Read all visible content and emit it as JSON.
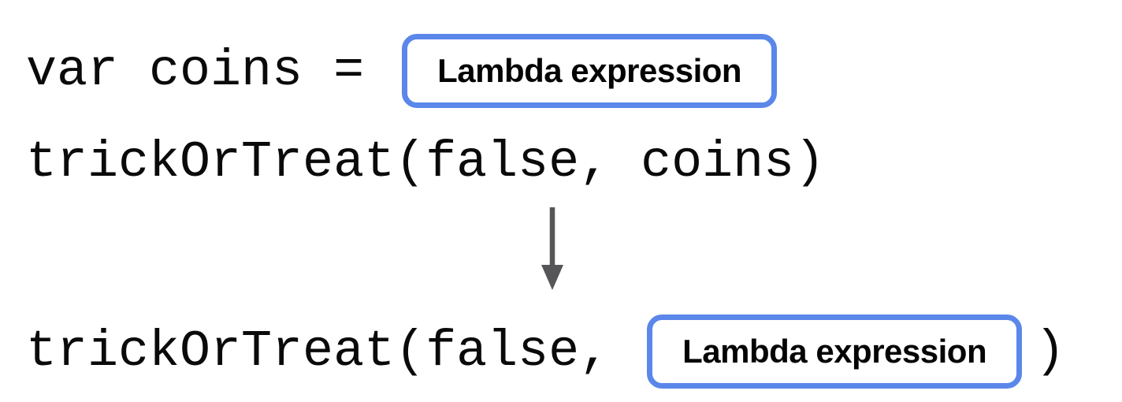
{
  "diagram": {
    "title": "lambda-expression-substitution",
    "assignment_line": {
      "code": "var coins =",
      "box_label": "Lambda expression"
    },
    "call_line": {
      "code": "trickOrTreat(false, coins)"
    },
    "arrow": {
      "direction": "down"
    },
    "result_line": {
      "code_prefix": "trickOrTreat(false,",
      "box_label": "Lambda expression",
      "code_suffix": ")"
    },
    "colors": {
      "box_border": "#5b87ea",
      "code_text": "#0a0a0a",
      "label_text": "#040404",
      "arrow": "#565659",
      "background": "#ffffff"
    }
  }
}
